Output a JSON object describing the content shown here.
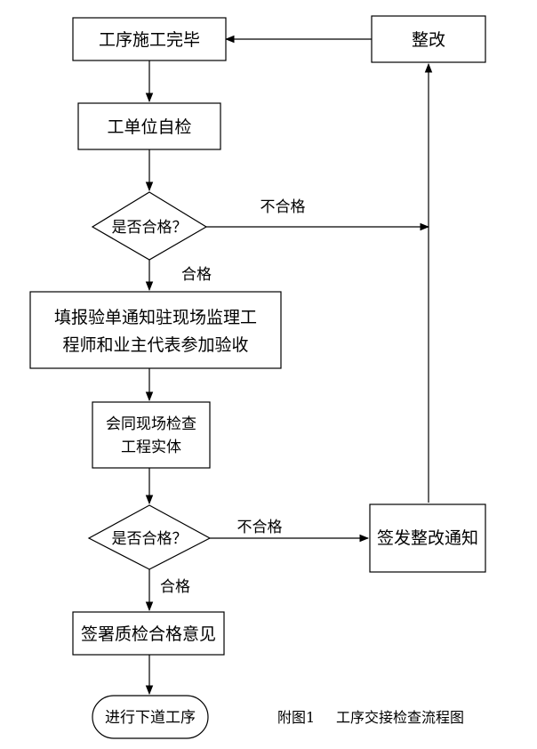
{
  "nodes": {
    "process_done": "工序施工完毕",
    "rectify": "整改",
    "self_check": "工单位自检",
    "check1": "是否合格？",
    "report_line1": "填报验单通知驻现场监理工",
    "report_line2": "程师和业主代表参加验收",
    "joint_line1": "会同现场检查",
    "joint_line2": "工程实体",
    "check2": "是否合格？",
    "issue_notice": "签发整改通知",
    "sign": "签署质检合格意见",
    "next": "进行下道工序"
  },
  "edges": {
    "fail1": "不合格",
    "pass1": "合格",
    "fail2": "不合格",
    "pass2": "合格"
  },
  "caption": {
    "prefix": "附图1",
    "title": "工序交接检查流程图"
  }
}
